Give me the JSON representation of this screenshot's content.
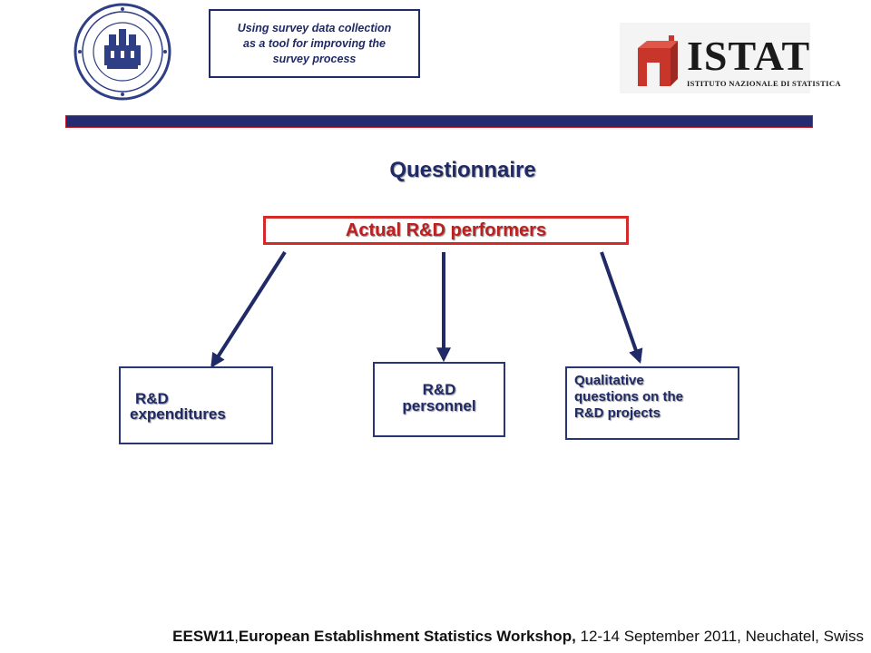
{
  "header": {
    "title_lines": [
      "Using survey data collection",
      "as a tool for improving  the",
      "survey process"
    ],
    "istat_logo": {
      "wordmark": "ISTAT",
      "subtitle": "ISTITUTO NAZIONALE DI STATISTICA"
    },
    "seal_icon": "university-seal-icon"
  },
  "heading": "Questionnaire",
  "diagram": {
    "root": "Actual  R&D performers",
    "children": [
      {
        "id": "expenditures",
        "lines": [
          "R&D",
          "expenditures"
        ]
      },
      {
        "id": "personnel",
        "lines": [
          "R&D",
          "personnel"
        ]
      },
      {
        "id": "qualitative",
        "lines": [
          "Qualitative",
          "questions on the",
          "R&D projects"
        ]
      }
    ]
  },
  "footer": {
    "event_abbr": "EESW11",
    "event_name": "European Establishment Statistics Workshop,",
    "details": " 12-14 September 2011, Neuchatel, Swiss"
  },
  "colors": {
    "navy": "#1f2a66",
    "red": "#c01f1f",
    "divider": "#262a6e",
    "istat_red": "#c8362b"
  }
}
